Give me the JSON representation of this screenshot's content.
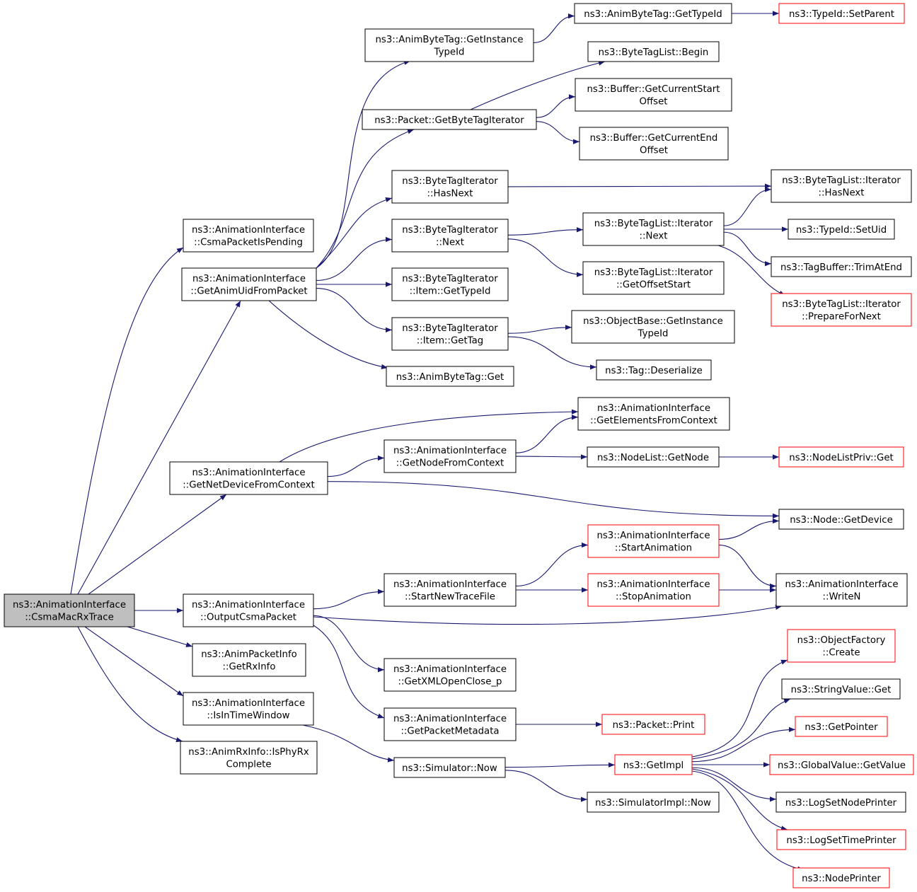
{
  "colors": {
    "edge": "#191970",
    "node_border": "#000000",
    "node_border_truncated": "#ff0000",
    "root_fill": "#bfbfbf",
    "node_fill": "#ffffff"
  },
  "nodes": [
    {
      "id": "root",
      "lines": [
        "ns3::AnimationInterface",
        "::CsmaMacRxTrace"
      ],
      "kind": "root"
    },
    {
      "id": "csmaPending",
      "lines": [
        "ns3::AnimationInterface",
        "::CsmaPacketIsPending"
      ],
      "kind": "normal"
    },
    {
      "id": "getAnimUid",
      "lines": [
        "ns3::AnimationInterface",
        "::GetAnimUidFromPacket"
      ],
      "kind": "normal"
    },
    {
      "id": "getNetDev",
      "lines": [
        "ns3::AnimationInterface",
        "::GetNetDeviceFromContext"
      ],
      "kind": "normal"
    },
    {
      "id": "outputCsma",
      "lines": [
        "ns3::AnimationInterface",
        "::OutputCsmaPacket"
      ],
      "kind": "normal"
    },
    {
      "id": "getRxInfo",
      "lines": [
        "ns3::AnimPacketInfo",
        "::GetRxInfo"
      ],
      "kind": "normal"
    },
    {
      "id": "isInTime",
      "lines": [
        "ns3::AnimationInterface",
        "::IsInTimeWindow"
      ],
      "kind": "normal"
    },
    {
      "id": "isPhyRx",
      "lines": [
        "ns3::AnimRxInfo::IsPhyRx",
        "Complete"
      ],
      "kind": "normal"
    },
    {
      "id": "abtGetInstance",
      "lines": [
        "ns3::AnimByteTag::GetInstance",
        "TypeId"
      ],
      "kind": "normal"
    },
    {
      "id": "pktGetBTI",
      "lines": [
        "ns3::Packet::GetByteTagIterator"
      ],
      "kind": "normal"
    },
    {
      "id": "btiHasNext",
      "lines": [
        "ns3::ByteTagIterator",
        "::HasNext"
      ],
      "kind": "normal"
    },
    {
      "id": "btiNext",
      "lines": [
        "ns3::ByteTagIterator",
        "::Next"
      ],
      "kind": "normal"
    },
    {
      "id": "btiItemType",
      "lines": [
        "ns3::ByteTagIterator",
        "::Item::GetTypeId"
      ],
      "kind": "normal"
    },
    {
      "id": "btiItemTag",
      "lines": [
        "ns3::ByteTagIterator",
        "::Item::GetTag"
      ],
      "kind": "normal"
    },
    {
      "id": "abtGet",
      "lines": [
        "ns3::AnimByteTag::Get"
      ],
      "kind": "normal"
    },
    {
      "id": "abtGetTypeId",
      "lines": [
        "ns3::AnimByteTag::GetTypeId"
      ],
      "kind": "normal"
    },
    {
      "id": "setParent",
      "lines": [
        "ns3::TypeId::SetParent"
      ],
      "kind": "truncated"
    },
    {
      "id": "btlBegin",
      "lines": [
        "ns3::ByteTagList::Begin"
      ],
      "kind": "normal"
    },
    {
      "id": "bufStart",
      "lines": [
        "ns3::Buffer::GetCurrentStart",
        "Offset"
      ],
      "kind": "normal"
    },
    {
      "id": "bufEnd",
      "lines": [
        "ns3::Buffer::GetCurrentEnd",
        "Offset"
      ],
      "kind": "normal"
    },
    {
      "id": "btliHasNext",
      "lines": [
        "ns3::ByteTagList::Iterator",
        "::HasNext"
      ],
      "kind": "normal"
    },
    {
      "id": "btliNext",
      "lines": [
        "ns3::ByteTagList::Iterator",
        "::Next"
      ],
      "kind": "normal"
    },
    {
      "id": "setUid",
      "lines": [
        "ns3::TypeId::SetUid"
      ],
      "kind": "normal"
    },
    {
      "id": "trimAtEnd",
      "lines": [
        "ns3::TagBuffer::TrimAtEnd"
      ],
      "kind": "normal"
    },
    {
      "id": "prepareNext",
      "lines": [
        "ns3::ByteTagList::Iterator",
        "::PrepareForNext"
      ],
      "kind": "truncated"
    },
    {
      "id": "btliOffset",
      "lines": [
        "ns3::ByteTagList::Iterator",
        "::GetOffsetStart"
      ],
      "kind": "normal"
    },
    {
      "id": "objGetInst",
      "lines": [
        "ns3::ObjectBase::GetInstance",
        "TypeId"
      ],
      "kind": "normal"
    },
    {
      "id": "tagDeser",
      "lines": [
        "ns3::Tag::Deserialize"
      ],
      "kind": "normal"
    },
    {
      "id": "getElements",
      "lines": [
        "ns3::AnimationInterface",
        "::GetElementsFromContext"
      ],
      "kind": "normal"
    },
    {
      "id": "getNodeCtx",
      "lines": [
        "ns3::AnimationInterface",
        "::GetNodeFromContext"
      ],
      "kind": "normal"
    },
    {
      "id": "nlGetNode",
      "lines": [
        "ns3::NodeList::GetNode"
      ],
      "kind": "normal"
    },
    {
      "id": "nlPrivGet",
      "lines": [
        "ns3::NodeListPriv::Get"
      ],
      "kind": "truncated"
    },
    {
      "id": "nodeGetDev",
      "lines": [
        "ns3::Node::GetDevice"
      ],
      "kind": "normal"
    },
    {
      "id": "startAnim",
      "lines": [
        "ns3::AnimationInterface",
        "::StartAnimation"
      ],
      "kind": "truncated"
    },
    {
      "id": "startNewTrace",
      "lines": [
        "ns3::AnimationInterface",
        "::StartNewTraceFile"
      ],
      "kind": "normal"
    },
    {
      "id": "stopAnim",
      "lines": [
        "ns3::AnimationInterface",
        "::StopAnimation"
      ],
      "kind": "truncated"
    },
    {
      "id": "writeN",
      "lines": [
        "ns3::AnimationInterface",
        "::WriteN"
      ],
      "kind": "normal"
    },
    {
      "id": "getXml",
      "lines": [
        "ns3::AnimationInterface",
        "::GetXMLOpenClose_p"
      ],
      "kind": "normal"
    },
    {
      "id": "getPktMeta",
      "lines": [
        "ns3::AnimationInterface",
        "::GetPacketMetadata"
      ],
      "kind": "normal"
    },
    {
      "id": "pktPrint",
      "lines": [
        "ns3::Packet::Print"
      ],
      "kind": "truncated"
    },
    {
      "id": "simNow",
      "lines": [
        "ns3::Simulator::Now"
      ],
      "kind": "normal"
    },
    {
      "id": "getImpl",
      "lines": [
        "ns3::GetImpl"
      ],
      "kind": "truncated"
    },
    {
      "id": "simImplNow",
      "lines": [
        "ns3::SimulatorImpl::Now"
      ],
      "kind": "normal"
    },
    {
      "id": "objFactCreate",
      "lines": [
        "ns3::ObjectFactory",
        "::Create"
      ],
      "kind": "truncated"
    },
    {
      "id": "strValGet",
      "lines": [
        "ns3::StringValue::Get"
      ],
      "kind": "normal"
    },
    {
      "id": "getPointer",
      "lines": [
        "ns3::GetPointer"
      ],
      "kind": "truncated"
    },
    {
      "id": "gvGetValue",
      "lines": [
        "ns3::GlobalValue::GetValue"
      ],
      "kind": "truncated"
    },
    {
      "id": "logSetNode",
      "lines": [
        "ns3::LogSetNodePrinter"
      ],
      "kind": "normal"
    },
    {
      "id": "logSetTime",
      "lines": [
        "ns3::LogSetTimePrinter"
      ],
      "kind": "truncated"
    },
    {
      "id": "nodePrinter",
      "lines": [
        "ns3::NodePrinter"
      ],
      "kind": "truncated"
    }
  ],
  "edges": [
    [
      "root",
      "csmaPending"
    ],
    [
      "root",
      "getAnimUid"
    ],
    [
      "root",
      "getNetDev"
    ],
    [
      "root",
      "outputCsma"
    ],
    [
      "root",
      "getRxInfo"
    ],
    [
      "root",
      "isInTime"
    ],
    [
      "root",
      "isPhyRx"
    ],
    [
      "getAnimUid",
      "abtGetInstance"
    ],
    [
      "getAnimUid",
      "pktGetBTI"
    ],
    [
      "getAnimUid",
      "btiHasNext"
    ],
    [
      "getAnimUid",
      "btiNext"
    ],
    [
      "getAnimUid",
      "btiItemType"
    ],
    [
      "getAnimUid",
      "btiItemTag"
    ],
    [
      "getAnimUid",
      "abtGet"
    ],
    [
      "abtGetInstance",
      "abtGetTypeId"
    ],
    [
      "abtGetTypeId",
      "setParent"
    ],
    [
      "pktGetBTI",
      "btlBegin"
    ],
    [
      "pktGetBTI",
      "bufStart"
    ],
    [
      "pktGetBTI",
      "bufEnd"
    ],
    [
      "btiHasNext",
      "btliHasNext"
    ],
    [
      "btiNext",
      "btliNext"
    ],
    [
      "btiNext",
      "btliOffset"
    ],
    [
      "btliNext",
      "btliHasNext"
    ],
    [
      "btliNext",
      "setUid"
    ],
    [
      "btliNext",
      "trimAtEnd"
    ],
    [
      "btliNext",
      "prepareNext"
    ],
    [
      "btiItemTag",
      "objGetInst"
    ],
    [
      "btiItemTag",
      "tagDeser"
    ],
    [
      "getNetDev",
      "getElements"
    ],
    [
      "getNetDev",
      "getNodeCtx"
    ],
    [
      "getNetDev",
      "nodeGetDev"
    ],
    [
      "getNodeCtx",
      "getElements"
    ],
    [
      "getNodeCtx",
      "nlGetNode"
    ],
    [
      "nlGetNode",
      "nlPrivGet"
    ],
    [
      "outputCsma",
      "startNewTrace"
    ],
    [
      "outputCsma",
      "writeN"
    ],
    [
      "outputCsma",
      "getXml"
    ],
    [
      "outputCsma",
      "getPktMeta"
    ],
    [
      "startNewTrace",
      "startAnim"
    ],
    [
      "startNewTrace",
      "stopAnim"
    ],
    [
      "startAnim",
      "nodeGetDev"
    ],
    [
      "startAnim",
      "writeN"
    ],
    [
      "stopAnim",
      "writeN"
    ],
    [
      "getPktMeta",
      "pktPrint"
    ],
    [
      "isInTime",
      "simNow"
    ],
    [
      "simNow",
      "getImpl"
    ],
    [
      "simNow",
      "simImplNow"
    ],
    [
      "getImpl",
      "objFactCreate"
    ],
    [
      "getImpl",
      "strValGet"
    ],
    [
      "getImpl",
      "getPointer"
    ],
    [
      "getImpl",
      "gvGetValue"
    ],
    [
      "getImpl",
      "logSetNode"
    ],
    [
      "getImpl",
      "logSetTime"
    ],
    [
      "getImpl",
      "nodePrinter"
    ]
  ]
}
